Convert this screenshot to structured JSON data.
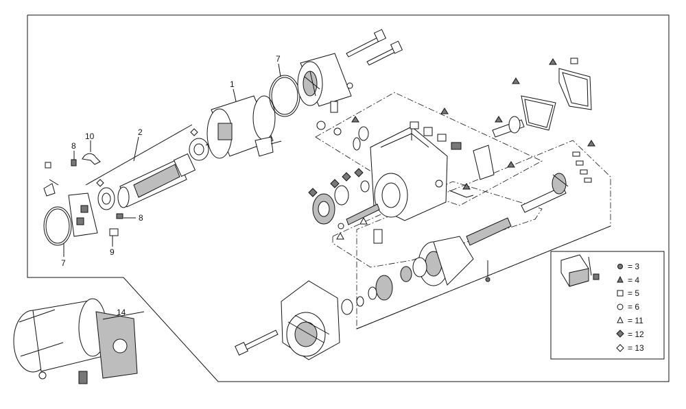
{
  "callouts": {
    "c1": "1",
    "c2": "2",
    "c7a": "7",
    "c7b": "7",
    "c8a": "8",
    "c8b": "8",
    "c9": "9",
    "c10": "10",
    "c14": "14"
  },
  "legend": {
    "items": [
      {
        "symbol": "filled-circle",
        "text": "= 3"
      },
      {
        "symbol": "filled-triangle",
        "text": "= 4"
      },
      {
        "symbol": "open-square",
        "text": "= 5"
      },
      {
        "symbol": "open-circle",
        "text": "= 6"
      },
      {
        "symbol": "open-triangle",
        "text": "= 11"
      },
      {
        "symbol": "filled-diamond",
        "text": "= 12"
      },
      {
        "symbol": "open-diamond",
        "text": "= 13"
      }
    ]
  }
}
